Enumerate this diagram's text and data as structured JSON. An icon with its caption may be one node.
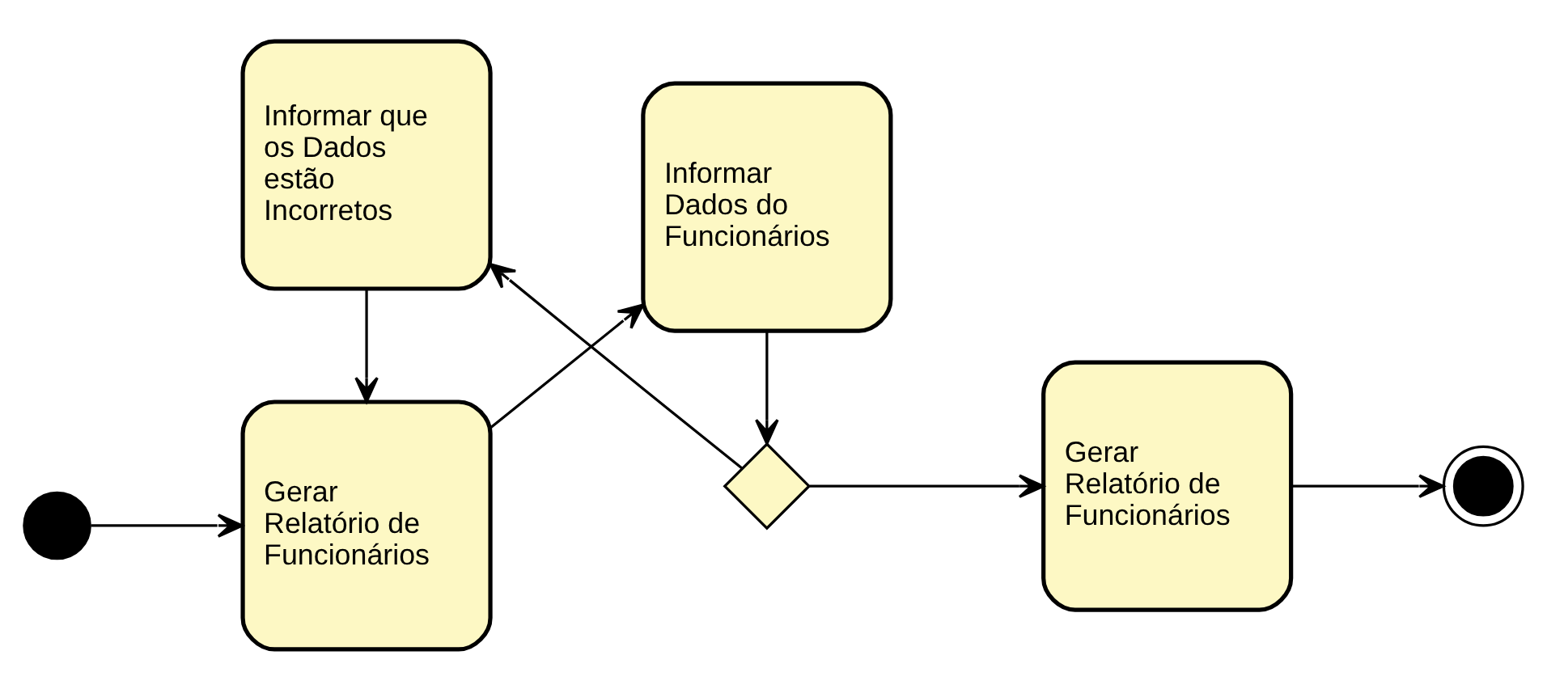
{
  "diagram": {
    "nodes": [
      {
        "text": [],
        "shape": "circle"
      },
      {
        "text": [
          "Gerar Relatório de Funcionários"
        ]
      },
      {
        "text": [
          "Informar Dados do Funcionários"
        ]
      },
      {
        "text": [
          "Informar que os Dados estão Incorretos"
        ]
      },
      {
        "text": [],
        "shape": "diamond"
      },
      {
        "text": [
          "Gerar Relatório de Funcionários"
        ]
      },
      {
        "text": [],
        "shape": "circle"
      }
    ],
    "edges": [
      {
        "from": 0,
        "to": 1,
        "arrow": "to"
      },
      {
        "from": 1,
        "to": 2,
        "arrow": "to"
      },
      {
        "from": 2,
        "to": 4,
        "arrow": "to"
      },
      {
        "from": 4,
        "to": 3,
        "arrow": "to"
      },
      {
        "from": 3,
        "to": 1,
        "arrow": "to"
      },
      {
        "from": 4,
        "to": 5,
        "arrow": "to"
      },
      {
        "from": 5,
        "to": 6,
        "arrow": "to"
      }
    ]
  }
}
